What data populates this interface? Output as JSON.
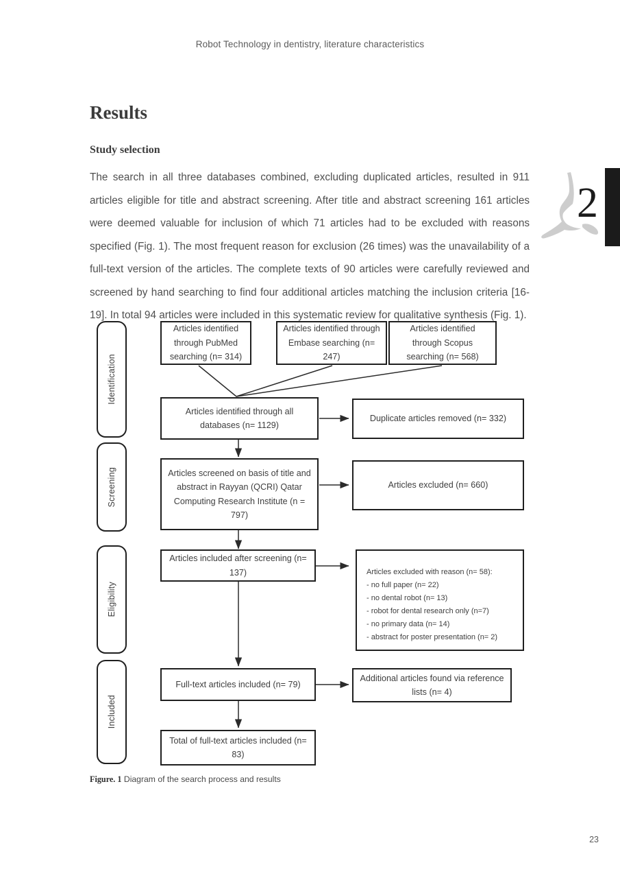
{
  "page": {
    "running_head": "Robot Technology in dentistry, literature characteristics",
    "folio": "23",
    "chapter_number": "2"
  },
  "headings": {
    "section": "Results",
    "subsection": "Study selection"
  },
  "body": {
    "paragraph": "The search in all three databases combined, excluding duplicated articles, resulted in 911 articles eligible for title and abstract screening. After title and abstract screening 161 articles were deemed valuable for inclusion of which 71 articles had to be excluded with reasons specified (Fig. 1). The most frequent reason for exclusion (26 times) was the unavailability of a full-text version of the articles. The complete texts of 90 articles were carefully reviewed and screened by hand searching to find four additional articles matching the inclusion criteria [16-19]. In total 94 articles were included in this systematic review for qualitative synthesis (Fig. 1)."
  },
  "figure": {
    "caption_label": "Figure. 1",
    "caption_text": " Diagram of the search process and results",
    "stages": [
      {
        "label": "Identification"
      },
      {
        "label": "Screening"
      },
      {
        "label": "Eligibility"
      },
      {
        "label": "Included"
      }
    ],
    "nodes": {
      "pubmed": "Articles identified through PubMed searching (n= 314)",
      "embase": "Articles identified through Embase searching (n= 247)",
      "scopus": "Articles identified through Scopus searching (n= 568)",
      "all_databases": "Articles identified through all databases (n= 1129)",
      "duplicates_removed": "Duplicate articles removed (n= 332)",
      "screened": "Articles screened on basis of title and abstract in Rayyan (QCRI) Qatar Computing Research Institute (n = 797)",
      "excluded_screening": "Articles excluded (n= 660)",
      "included_after_screening": "Articles included after screening (n= 137)",
      "excluded_with_reason_title": "Articles excluded with reason (n= 58):",
      "excluded_with_reason_list": "- no full paper (n= 22)\n- no dental robot (n= 13)\n- robot for dental research only (n=7)\n- no primary data (n= 14)\n- abstract for poster presentation (n= 2)",
      "fulltext_included": "Full-text articles included (n= 79)",
      "additional_via_refs": "Additional articles found via reference lists (n= 4)",
      "total_fulltext": "Total of full-text articles included (n= 83)"
    }
  },
  "chart_data": {
    "type": "diagram",
    "title": "Diagram of the search process and results",
    "stages": [
      "Identification",
      "Screening",
      "Eligibility",
      "Included"
    ],
    "counts": {
      "pubmed": 314,
      "embase": 247,
      "scopus": 568,
      "all_databases": 1129,
      "duplicates_removed": 332,
      "screened": 797,
      "excluded_screening": 660,
      "included_after_screening": 137,
      "excluded_with_reason": 58,
      "no_full_paper": 22,
      "no_dental_robot": 13,
      "robot_research_only": 7,
      "no_primary_data": 14,
      "abstract_poster": 2,
      "fulltext_included": 79,
      "additional_via_refs": 4,
      "total_fulltext": 83
    }
  }
}
